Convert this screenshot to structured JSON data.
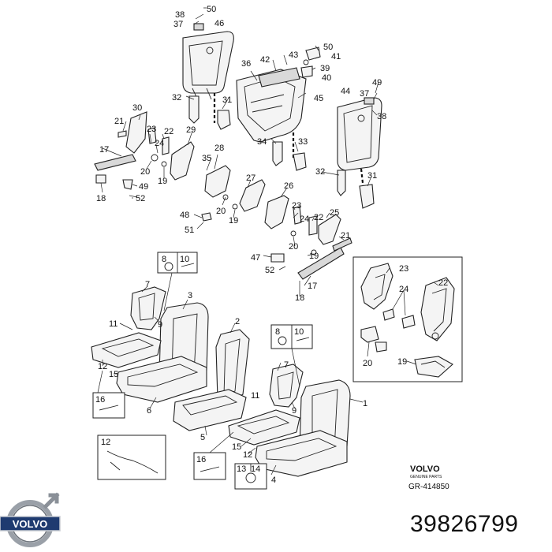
{
  "callouts": [
    {
      "id": "c50a",
      "text": "50"
    },
    {
      "id": "c38a",
      "text": "38"
    },
    {
      "id": "c37a",
      "text": "37"
    },
    {
      "id": "c46",
      "text": "46"
    },
    {
      "id": "c36",
      "text": "36"
    },
    {
      "id": "c42",
      "text": "42"
    },
    {
      "id": "c43",
      "text": "43"
    },
    {
      "id": "c50b",
      "text": "50"
    },
    {
      "id": "c41",
      "text": "41"
    },
    {
      "id": "c39",
      "text": "39"
    },
    {
      "id": "c40",
      "text": "40"
    },
    {
      "id": "c49a",
      "text": "49"
    },
    {
      "id": "c44",
      "text": "44"
    },
    {
      "id": "c37b",
      "text": "37"
    },
    {
      "id": "c38b",
      "text": "38"
    },
    {
      "id": "c45",
      "text": "45"
    },
    {
      "id": "c32a",
      "text": "32"
    },
    {
      "id": "c31a",
      "text": "31"
    },
    {
      "id": "c30",
      "text": "30"
    },
    {
      "id": "c21a",
      "text": "21"
    },
    {
      "id": "c23a",
      "text": "23"
    },
    {
      "id": "c22a",
      "text": "22"
    },
    {
      "id": "c24a",
      "text": "24"
    },
    {
      "id": "c17a",
      "text": "17"
    },
    {
      "id": "c20a",
      "text": "20"
    },
    {
      "id": "c19a",
      "text": "19"
    },
    {
      "id": "c29",
      "text": "29"
    },
    {
      "id": "c18a",
      "text": "18"
    },
    {
      "id": "c49b",
      "text": "49"
    },
    {
      "id": "c52a",
      "text": "52"
    },
    {
      "id": "c28",
      "text": "28"
    },
    {
      "id": "c35",
      "text": "35"
    },
    {
      "id": "c34",
      "text": "34"
    },
    {
      "id": "c33",
      "text": "33"
    },
    {
      "id": "c32b",
      "text": "32"
    },
    {
      "id": "c31b",
      "text": "31"
    },
    {
      "id": "c27",
      "text": "27"
    },
    {
      "id": "c20b",
      "text": "20"
    },
    {
      "id": "c19b",
      "text": "19"
    },
    {
      "id": "c26",
      "text": "26"
    },
    {
      "id": "c48",
      "text": "48"
    },
    {
      "id": "c51",
      "text": "51"
    },
    {
      "id": "c23b",
      "text": "23"
    },
    {
      "id": "c24b",
      "text": "24"
    },
    {
      "id": "c22b",
      "text": "22"
    },
    {
      "id": "c25",
      "text": "25"
    },
    {
      "id": "c21b",
      "text": "21"
    },
    {
      "id": "c20c",
      "text": "20"
    },
    {
      "id": "c19c",
      "text": "19"
    },
    {
      "id": "c47",
      "text": "47"
    },
    {
      "id": "c52b",
      "text": "52"
    },
    {
      "id": "c17b",
      "text": "17"
    },
    {
      "id": "c18b",
      "text": "18"
    },
    {
      "id": "c8a",
      "text": "8"
    },
    {
      "id": "c10a",
      "text": "10"
    },
    {
      "id": "c7a",
      "text": "7"
    },
    {
      "id": "c3",
      "text": "3"
    },
    {
      "id": "c11a",
      "text": "11"
    },
    {
      "id": "c9a",
      "text": "9"
    },
    {
      "id": "c12a",
      "text": "12"
    },
    {
      "id": "c15a",
      "text": "15"
    },
    {
      "id": "c16a",
      "text": "16"
    },
    {
      "id": "c6",
      "text": "6"
    },
    {
      "id": "c2",
      "text": "2"
    },
    {
      "id": "c8b",
      "text": "8"
    },
    {
      "id": "c10b",
      "text": "10"
    },
    {
      "id": "c7b",
      "text": "7"
    },
    {
      "id": "c11b",
      "text": "11"
    },
    {
      "id": "c9b",
      "text": "9"
    },
    {
      "id": "c1",
      "text": "1"
    },
    {
      "id": "c5",
      "text": "5"
    },
    {
      "id": "c12b",
      "text": "12"
    },
    {
      "id": "c16b",
      "text": "16"
    },
    {
      "id": "c15b",
      "text": "15"
    },
    {
      "id": "c12c",
      "text": "12"
    },
    {
      "id": "c13",
      "text": "13"
    },
    {
      "id": "c14",
      "text": "14"
    },
    {
      "id": "c4",
      "text": "4"
    },
    {
      "id": "d23",
      "text": "23"
    },
    {
      "id": "d22",
      "text": "22"
    },
    {
      "id": "d24",
      "text": "24"
    },
    {
      "id": "d20",
      "text": "20"
    },
    {
      "id": "d19",
      "text": "19"
    }
  ],
  "branding": {
    "logo_name": "VOLVO",
    "small_logo_text": "VOLVO",
    "small_logo_subtext": "GENUINE PARTS",
    "reference": "GR-414850"
  },
  "part_number": "39826799",
  "colors": {
    "ink": "#222222",
    "fill": "#f4f4f4",
    "shade": "#d9d9d9",
    "logo_blue": "#1f3b70"
  },
  "icons": [
    "volvo-logo-icon"
  ]
}
